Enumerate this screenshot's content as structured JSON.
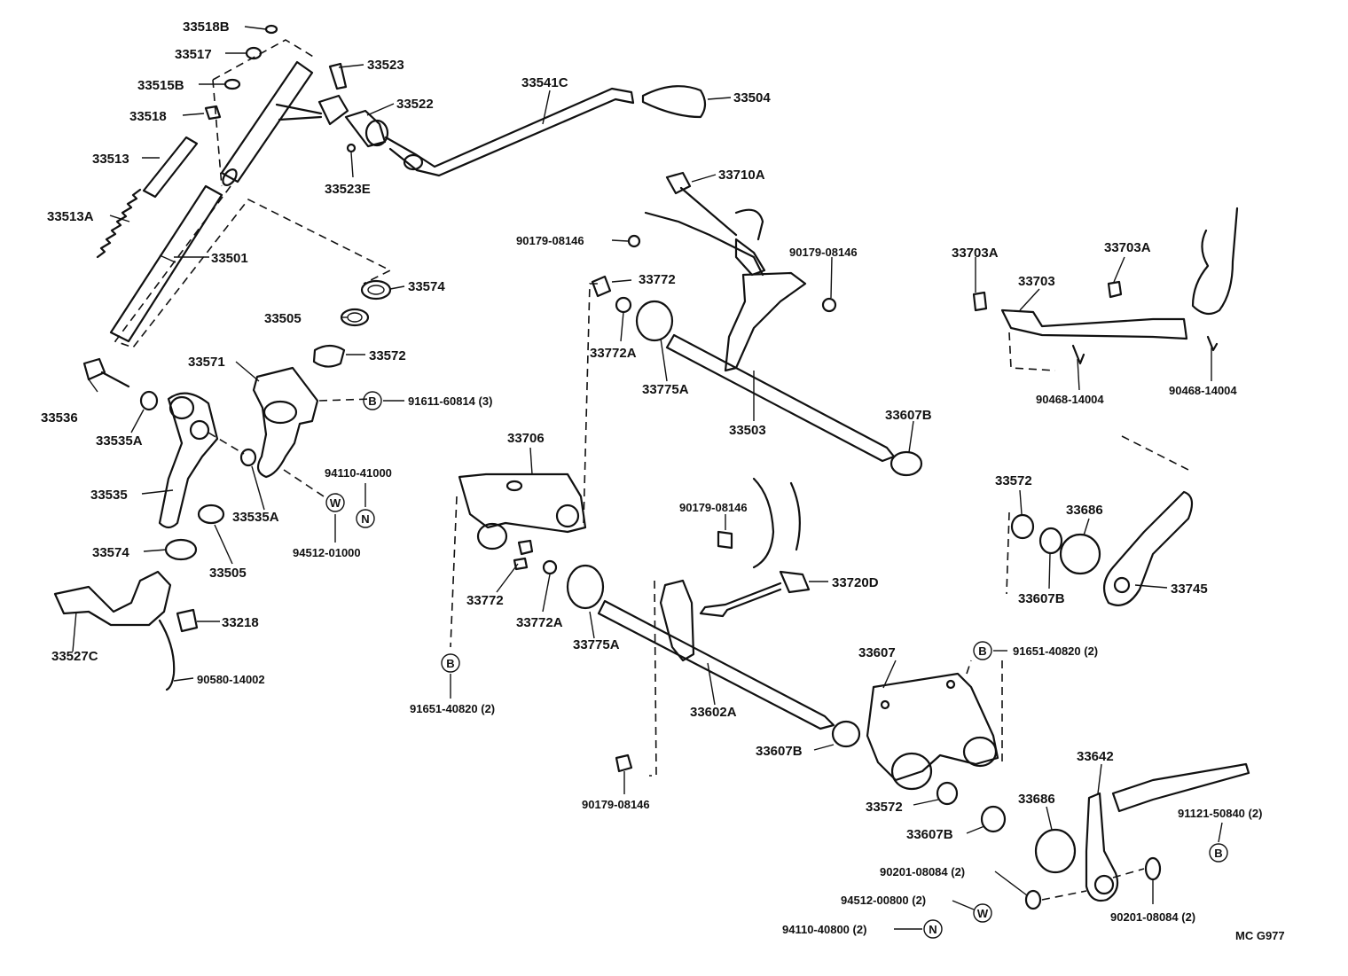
{
  "drawing_code": "MC  G977",
  "parts": {
    "p33518B": "33518B",
    "p33517": "33517",
    "p33515B": "33515B",
    "p33518": "33518",
    "p33513": "33513",
    "p33513A": "33513A",
    "p33501": "33501",
    "p33523": "33523",
    "p33522": "33522",
    "p33523E": "33523E",
    "p33541C": "33541C",
    "p33504": "33504",
    "p33574a": "33574",
    "p33505a": "33505",
    "p33572a": "33572",
    "p33571": "33571",
    "p33536": "33536",
    "p33535Aa": "33535A",
    "p33535": "33535",
    "p33535Ab": "33535A",
    "p33574b": "33574",
    "p33505b": "33505",
    "p33527C": "33527C",
    "p33218": "33218",
    "p90580": "90580-14002",
    "p91611": "91611-60814 (3)",
    "p94110a": "94110-41000",
    "p94512a": "94512-01000",
    "p33710A": "33710A",
    "p90179a": "90179-08146",
    "p90179b": "90179-08146",
    "p33772a": "33772",
    "p33772Aa": "33772A",
    "p33775Aa": "33775A",
    "p33503": "33503",
    "p33607Ba": "33607B",
    "p33706": "33706",
    "p90179c": "90179-08146",
    "p33720D": "33720D",
    "p33772b": "33772",
    "p33772Ab": "33772A",
    "p33775Ab": "33775A",
    "p33602A": "33602A",
    "p91651a": "91651-40820 (2)",
    "p90179d": "90179-08146",
    "p33607Bb": "33607B",
    "p33607": "33607",
    "p91651b": "91651-40820 (2)",
    "p33572b": "33572",
    "p33607Bc": "33607B",
    "p33703Aa": "33703A",
    "p33703": "33703",
    "p33703Ab": "33703A",
    "p90468a": "90468-14004",
    "p90468b": "90468-14004",
    "p33572c": "33572",
    "p33686a": "33686",
    "p33607Bd": "33607B",
    "p33745": "33745",
    "p33642": "33642",
    "p33686b": "33686",
    "p91121": "91121-50840 (2)",
    "p90201a": "90201-08084 (2)",
    "p90201b": "90201-08084 (2)",
    "p94512b": "94512-00800 (2)",
    "p94110b": "94110-40800 (2)"
  },
  "markers": {
    "B": "B",
    "W": "W",
    "N": "N"
  }
}
